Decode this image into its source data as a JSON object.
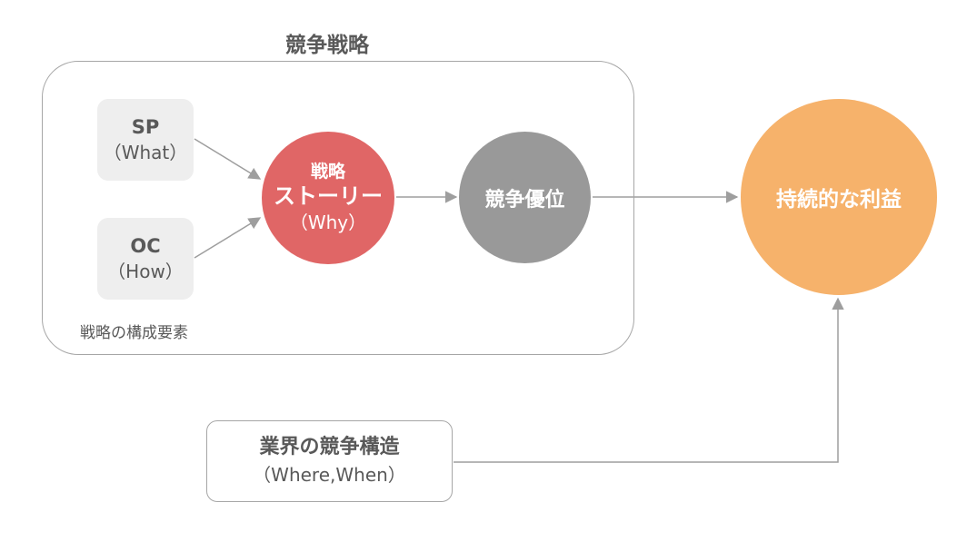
{
  "title": "競争戦略",
  "strategy_caption": "戦略の構成要素",
  "sp": {
    "title": "SP",
    "sub": "（What）"
  },
  "oc": {
    "title": "OC",
    "sub": "（How）"
  },
  "story": {
    "line1": "戦略",
    "line2": "ストーリー",
    "line3": "（Why）"
  },
  "advantage": {
    "label": "競争優位"
  },
  "profit": {
    "label": "持続的な利益"
  },
  "industry": {
    "line1": "業界の競争構造",
    "line2": "（Where,When）"
  },
  "colors": {
    "story": "#e06666",
    "advantage": "#999999",
    "profit": "#f6b26b",
    "box": "#eeeeee",
    "border": "#a6a6a6",
    "arrow": "#9e9e9e"
  }
}
